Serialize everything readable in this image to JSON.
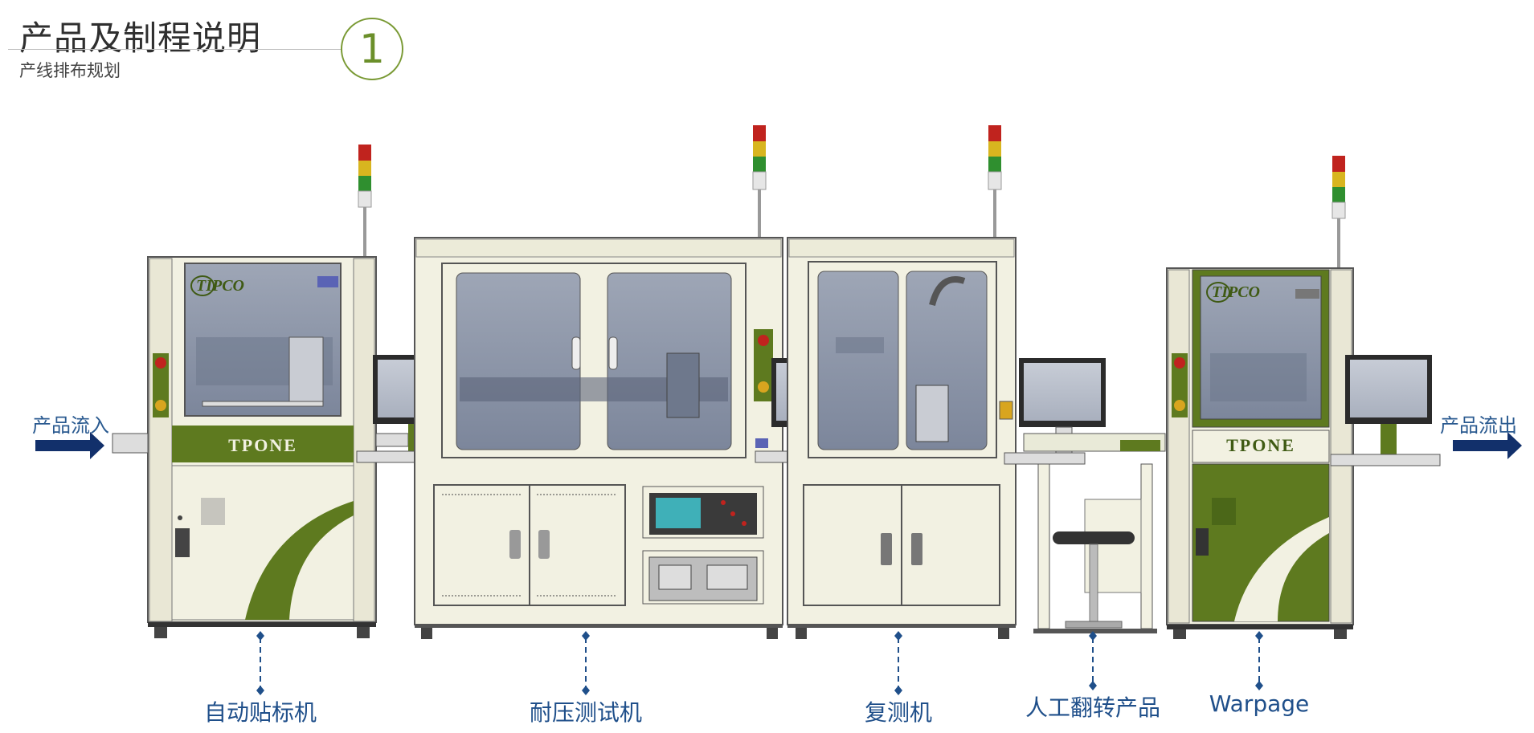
{
  "header": {
    "title": "产品及制程说明",
    "subtitle": "产线排布规划",
    "step_number": "1"
  },
  "flow": {
    "inflow_label": "产品流入",
    "outflow_label": "产品流出"
  },
  "machines": [
    {
      "label": "自动贴标机",
      "brand": "TIPCO",
      "panel": "TPONE"
    },
    {
      "label": "耐压测试机"
    },
    {
      "label": "复测机"
    },
    {
      "label": "人工翻转产品"
    },
    {
      "label": "Warpage",
      "brand": "TIPCO",
      "panel": "TPONE"
    }
  ],
  "colors": {
    "accent_green": "#5e7a1f",
    "cabinet_cream": "#f2f1e2",
    "arrow_navy": "#12306b",
    "label_blue": "#1f4f8a",
    "window_gray": "#8c95a8"
  }
}
